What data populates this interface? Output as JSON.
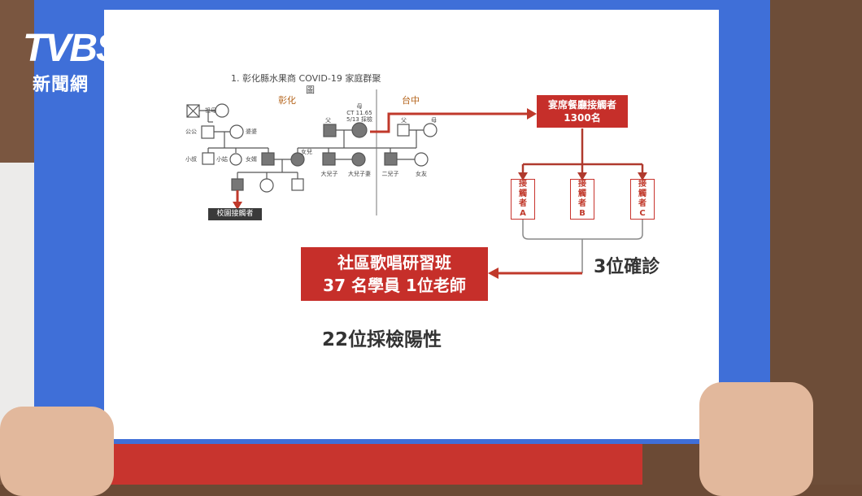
{
  "logo": {
    "main": "TVBS",
    "sub": "新聞網"
  },
  "diagram": {
    "title_line1": "1. 彰化縣水果商 COVID-19 家庭群聚",
    "title_line2": "圖",
    "region_left": "彰化",
    "region_right": "台中",
    "family": {
      "zufu": "祖母",
      "gonggong": "公公",
      "popo": "婆婆",
      "xiaoshu": "小叔",
      "xiaogu": "小姑",
      "nvxu": "女婿",
      "nver": "女兒",
      "father": "父",
      "mother": "母",
      "mother_ct": "CT 11.65",
      "mother_date": "5/13 採檢",
      "eldest_son": "大兒子",
      "eldest_daughter_in_law": "大兒子妻",
      "second_son": "二兒子",
      "girlfriend": "女友",
      "tc_father": "父",
      "tc_mother": "母"
    },
    "school_contact": "校園接觸者",
    "banquet_line1": "宴席餐廳接觸者",
    "banquet_line2": "1300名",
    "contacts": [
      {
        "text": "接觸者A"
      },
      {
        "text": "接觸者B"
      },
      {
        "text": "接觸者C"
      }
    ],
    "confirmed": "3位確診",
    "singing_line1": "社區歌唱研習班",
    "singing_line2": "37 名學員 1位老師",
    "positive": "22位採檢陽性"
  }
}
